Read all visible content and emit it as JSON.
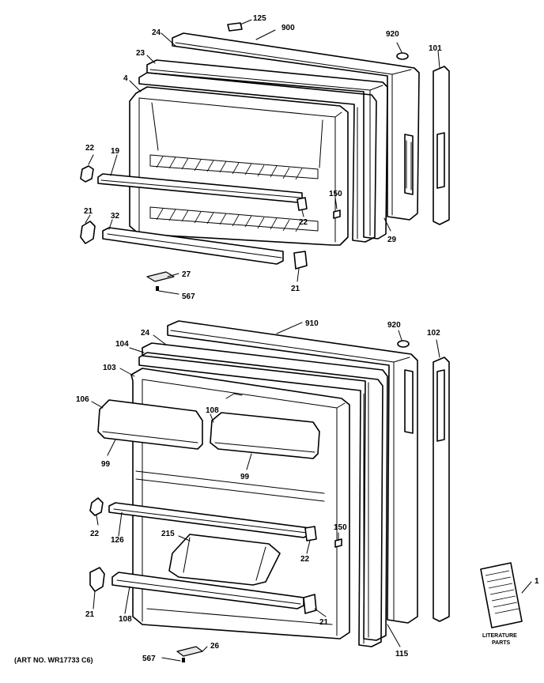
{
  "upper_door": {
    "callouts": [
      "125",
      "900",
      "24",
      "23",
      "4",
      "920",
      "101",
      "22",
      "19",
      "150",
      "22",
      "21",
      "32",
      "29",
      "21",
      "27",
      "567"
    ]
  },
  "lower_door": {
    "callouts": [
      "910",
      "24",
      "920",
      "102",
      "104",
      "103",
      "106",
      "108",
      "99",
      "99",
      "22",
      "126",
      "215",
      "150",
      "22",
      "21",
      "108",
      "21",
      "115",
      "26",
      "567",
      "1"
    ]
  },
  "literature": {
    "label_line1": "LITERATURE",
    "label_line2": "PARTS"
  },
  "art_number": "(ART NO. WR17733 C6)"
}
